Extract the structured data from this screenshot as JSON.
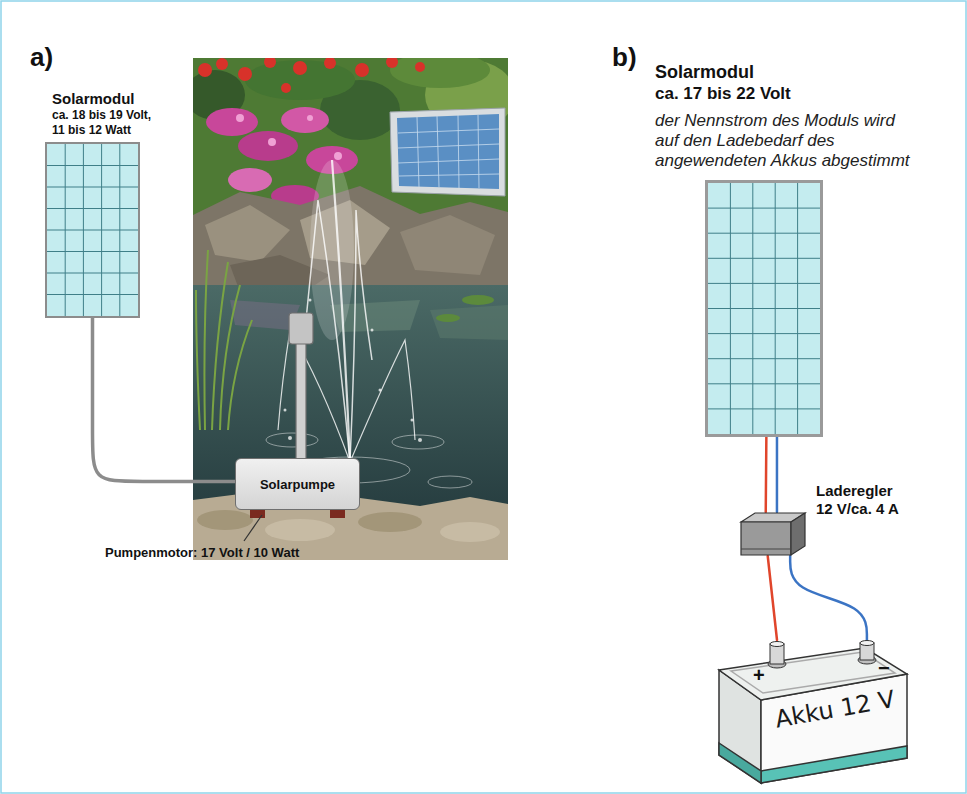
{
  "diagram": {
    "nodes": [
      {
        "text": [
          "Solarmodul",
          "ca. 18 bis 19 Volt, 11 bis 12 Watt"
        ]
      },
      {
        "text": [
          "Solarpumpe"
        ]
      },
      {
        "text": [
          "Solarmodul",
          "ca. 17 bis 22 Volt",
          "der Nennstrom des Moduls wird auf den Ladebedarf des angewendeten Akkus abgestimmt"
        ]
      },
      {
        "text": [
          "Laderegler",
          "12 V/ca. 4 A"
        ]
      },
      {
        "text": [
          "Akku 12 V",
          "+",
          "−"
        ]
      }
    ],
    "edges": [
      {
        "from": 0,
        "to": 1,
        "arrow": "none"
      },
      {
        "from": 2,
        "to": 3,
        "arrow": "none"
      },
      {
        "from": 2,
        "to": 3,
        "arrow": "none"
      },
      {
        "from": 3,
        "to": 4,
        "arrow": "none"
      },
      {
        "from": 3,
        "to": 4,
        "arrow": "none"
      }
    ],
    "labels": [
      "a)",
      "b)",
      "Pumpenmotor: 17 Volt / 10 Watt"
    ]
  }
}
